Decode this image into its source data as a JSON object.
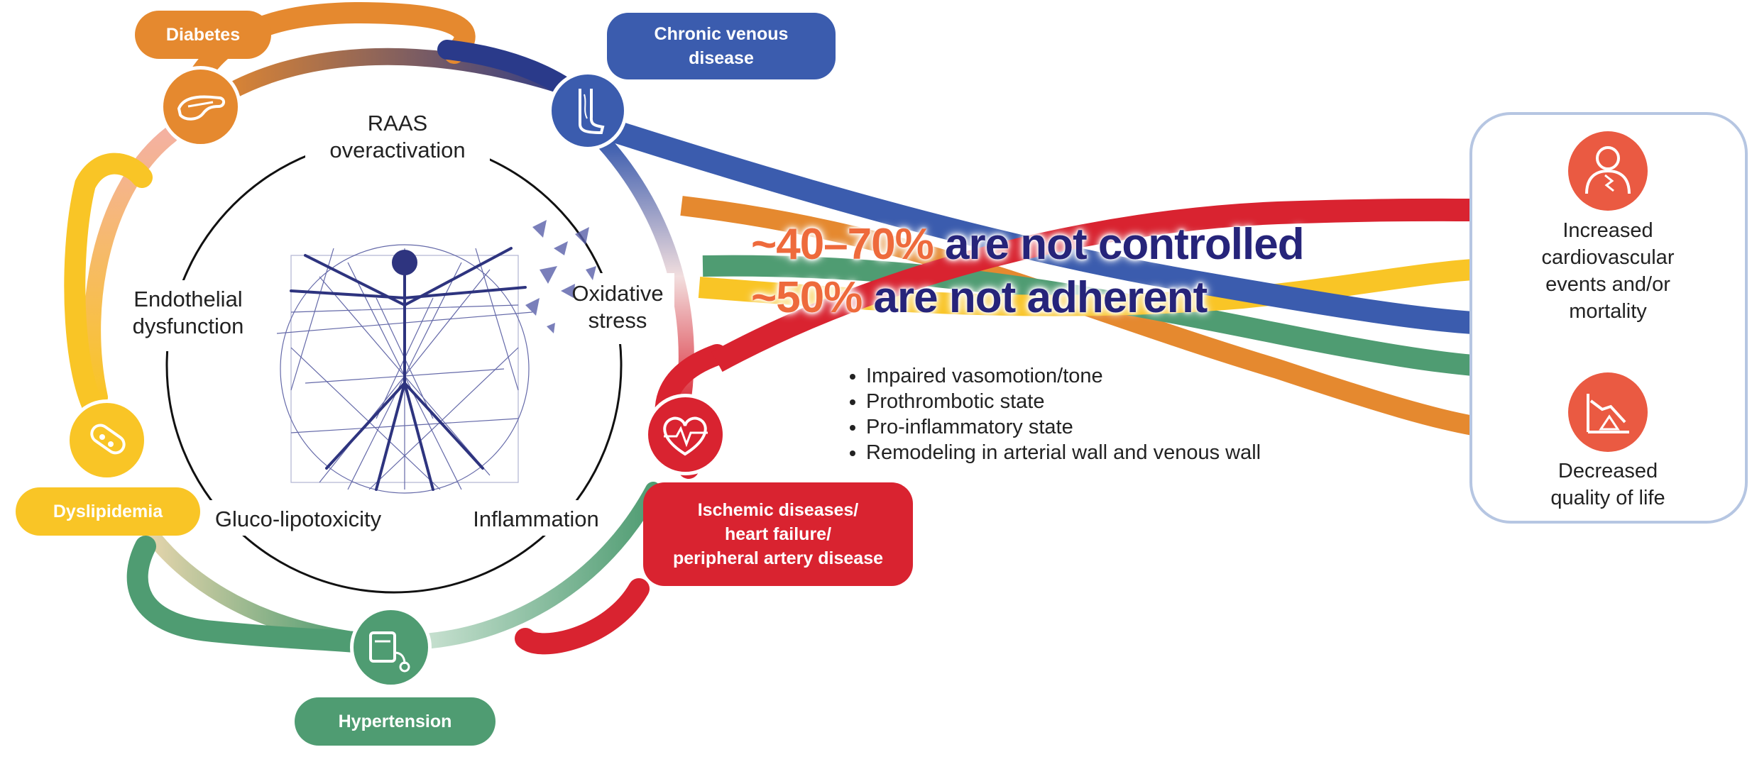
{
  "pills": {
    "diabetes": "Diabetes",
    "venous": "Chronic venous\ndisease",
    "dyslipidemia": "Dyslipidemia",
    "hypertension": "Hypertension",
    "ischemic": "Ischemic diseases/\nheart failure/\nperipheral artery disease"
  },
  "circle_labels": {
    "raas": "RAAS\noveractivation",
    "oxidative": "Oxidative\nstress",
    "endothelial": "Endothelial\ndysfunction",
    "gluco": "Gluco-lipotoxicity",
    "inflammation": "Inflammation"
  },
  "stats": {
    "controlled_pct": "~40–70%",
    "controlled_text": " are not controlled",
    "adherent_pct": "~50%",
    "adherent_text": " are not adherent"
  },
  "bullets": [
    "Impaired vasomotion/tone",
    "Prothrombotic state",
    "Pro-inflammatory state",
    "Remodeling in arterial wall and venous wall"
  ],
  "outcomes": {
    "cardio": "Increased\ncardiovascular\nevents and/or\nmortality",
    "quality": "Decreased\nquality of life"
  },
  "colors": {
    "diabetes": "#e5892f",
    "venous": "#3b5cae",
    "dyslipidemia": "#f9c526",
    "hypertension": "#4f9c72",
    "ischemic": "#d92330",
    "highlight": "#ee6a3c",
    "dark_text": "#26247a",
    "outcome_icon": "#ea5a42"
  },
  "icons": {
    "diabetes": "pancreas-icon",
    "venous": "leg-veins-icon",
    "ischemic": "heart-pulse-icon",
    "dyslipidemia": "artery-plaque-icon",
    "hypertension": "blood-pressure-monitor-icon",
    "center": "vitruvian-man-network-icon",
    "cardio": "chest-pain-person-icon",
    "quality": "declining-chart-warning-icon"
  }
}
